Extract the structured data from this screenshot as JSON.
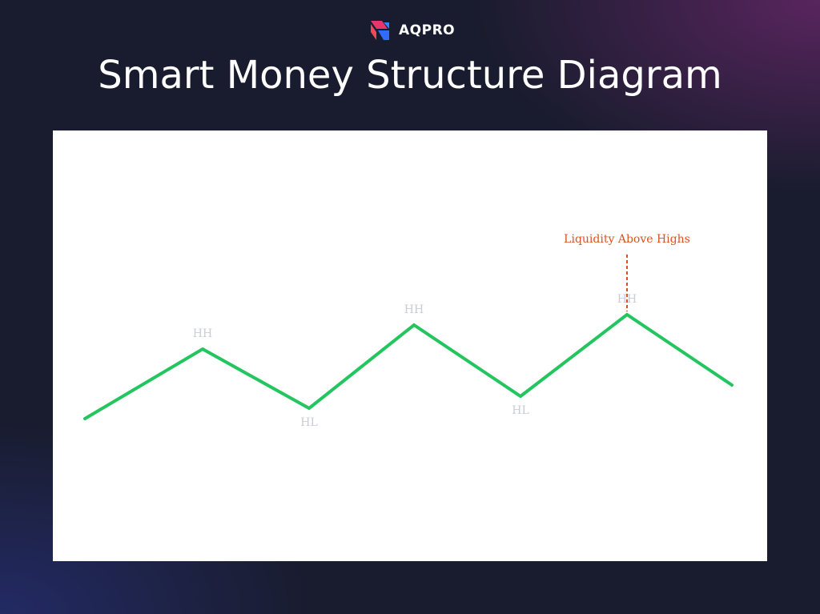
{
  "header": {
    "brand_name": "AQPRO",
    "title": "Smart Money Structure Diagram"
  },
  "diagram": {
    "points": [
      {
        "label": ""
      },
      {
        "label": "HH"
      },
      {
        "label": "HL"
      },
      {
        "label": "HH"
      },
      {
        "label": "HL"
      },
      {
        "label": "HH"
      },
      {
        "label": ""
      }
    ],
    "annotation": "Liquidity Above Highs",
    "line_color": "#22c55e",
    "label_color": "#c8cdd6",
    "annotation_color": "#d9531e",
    "brand_colors": [
      "#e8366a",
      "#2f6bff"
    ]
  }
}
